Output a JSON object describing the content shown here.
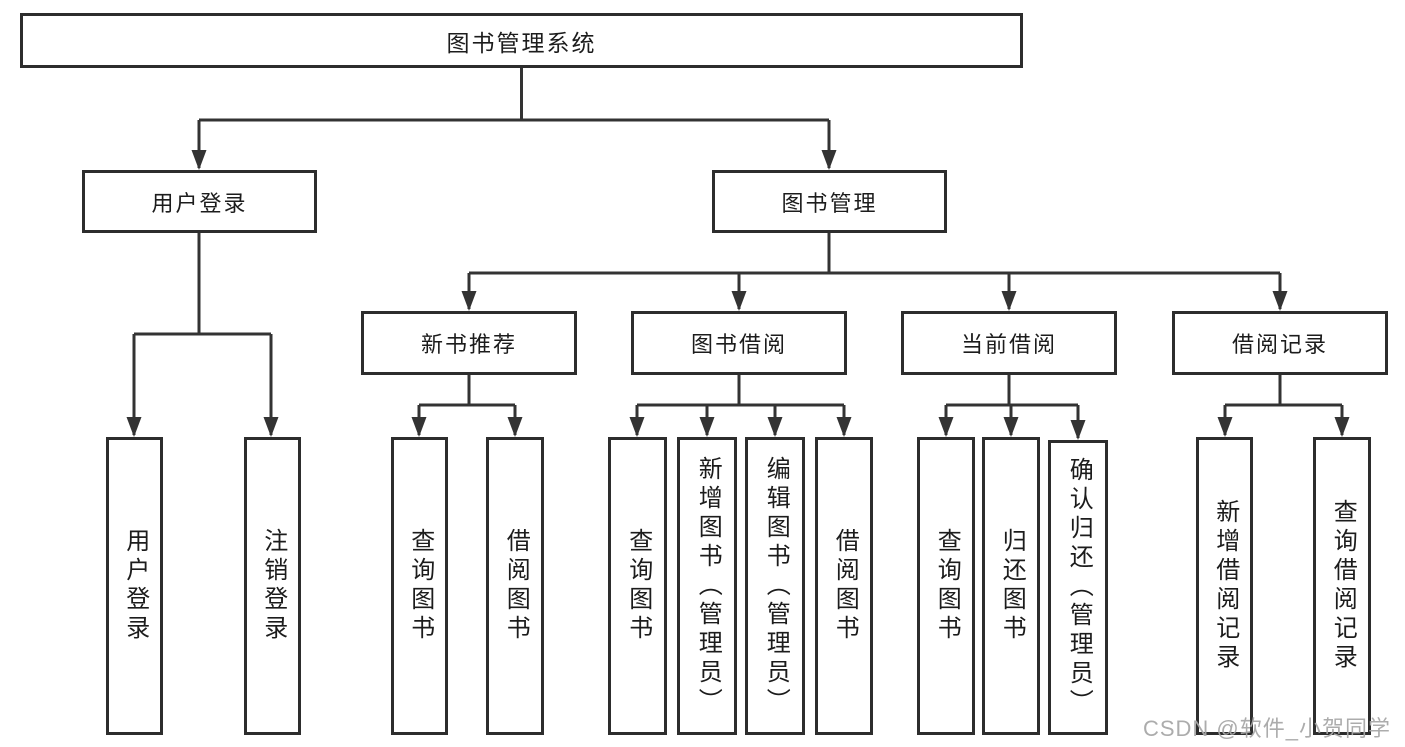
{
  "diagram": {
    "root": {
      "label": "图书管理系统"
    },
    "branches": [
      {
        "label": "用户登录",
        "children": [
          {
            "label": "用户登录"
          },
          {
            "label": "注销登录"
          }
        ]
      },
      {
        "label": "图书管理",
        "children": [
          {
            "label": "新书推荐",
            "children": [
              {
                "label": "查询图书"
              },
              {
                "label": "借阅图书"
              }
            ]
          },
          {
            "label": "图书借阅",
            "children": [
              {
                "label": "查询图书"
              },
              {
                "label": "新增图书（管理员）"
              },
              {
                "label": "编辑图书（管理员）"
              },
              {
                "label": "借阅图书"
              }
            ]
          },
          {
            "label": "当前借阅",
            "children": [
              {
                "label": "查询图书"
              },
              {
                "label": "归还图书"
              },
              {
                "label": "确认归还（管理员）"
              }
            ]
          },
          {
            "label": "借阅记录",
            "children": [
              {
                "label": "新增借阅记录"
              },
              {
                "label": "查询借阅记录"
              }
            ]
          }
        ]
      }
    ]
  },
  "watermark": {
    "text": "CSDN @软件_小贺同学"
  },
  "colors": {
    "border": "#2d2d2d",
    "line": "#333333",
    "text": "#1c1c1c",
    "watermark": "#a8a8a8",
    "background": "#ffffff"
  }
}
